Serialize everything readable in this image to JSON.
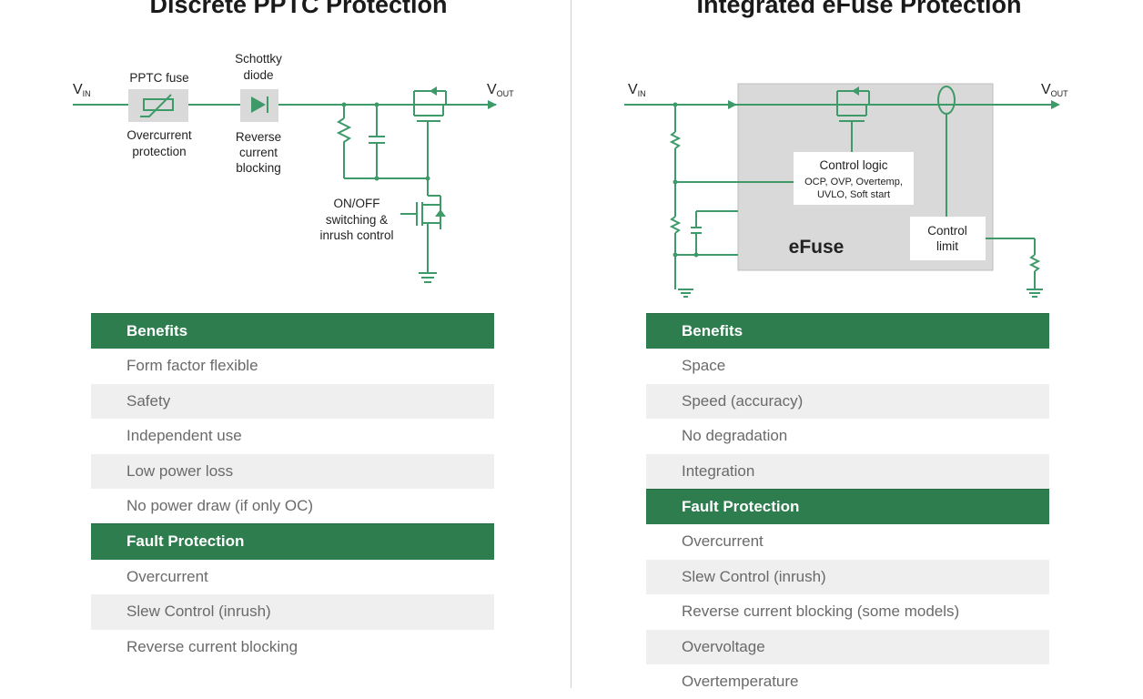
{
  "left": {
    "title": "Discrete PPTC Protection",
    "diagram": {
      "vin": "V",
      "vin_sub": "IN",
      "vout": "V",
      "vout_sub": "OUT",
      "pptc_label": "PPTC fuse",
      "pptc_caption_1": "Overcurrent",
      "pptc_caption_2": "protection",
      "schottky_label_1": "Schottky",
      "schottky_label_2": "diode",
      "schottky_caption_1": "Reverse",
      "schottky_caption_2": "current",
      "schottky_caption_3": "blocking",
      "onoff_1": "ON/OFF",
      "onoff_2": "switching &",
      "onoff_3": "inrush control"
    },
    "benefits_header": "Benefits",
    "benefits": [
      "Form factor flexible",
      "Safety",
      "Independent use",
      "Low power loss",
      "No power draw (if only OC)"
    ],
    "fault_header": "Fault Protection",
    "fault": [
      "Overcurrent",
      "Slew Control (inrush)",
      "Reverse current blocking"
    ]
  },
  "right": {
    "title": "Integrated eFuse Protection",
    "diagram": {
      "vin": "V",
      "vin_sub": "IN",
      "vout": "V",
      "vout_sub": "OUT",
      "control_logic_1": "Control logic",
      "control_logic_2": "OCP, OVP, Overtemp,",
      "control_logic_3": "UVLO, Soft start",
      "control_limit_1": "Control",
      "control_limit_2": "limit",
      "efuse_label": "eFuse"
    },
    "benefits_header": "Benefits",
    "benefits": [
      "Space",
      "Speed (accuracy)",
      "No degradation",
      "Integration"
    ],
    "fault_header": "Fault Protection",
    "fault": [
      "Overcurrent",
      "Slew Control (inrush)",
      "Reverse current blocking (some models)",
      "Overvoltage",
      "Overtemperature"
    ]
  },
  "colors": {
    "green": "#2e7d4f",
    "wire": "#3f9a6a",
    "row_shade": "#efefef",
    "efuse_box": "#d9d9d9"
  }
}
